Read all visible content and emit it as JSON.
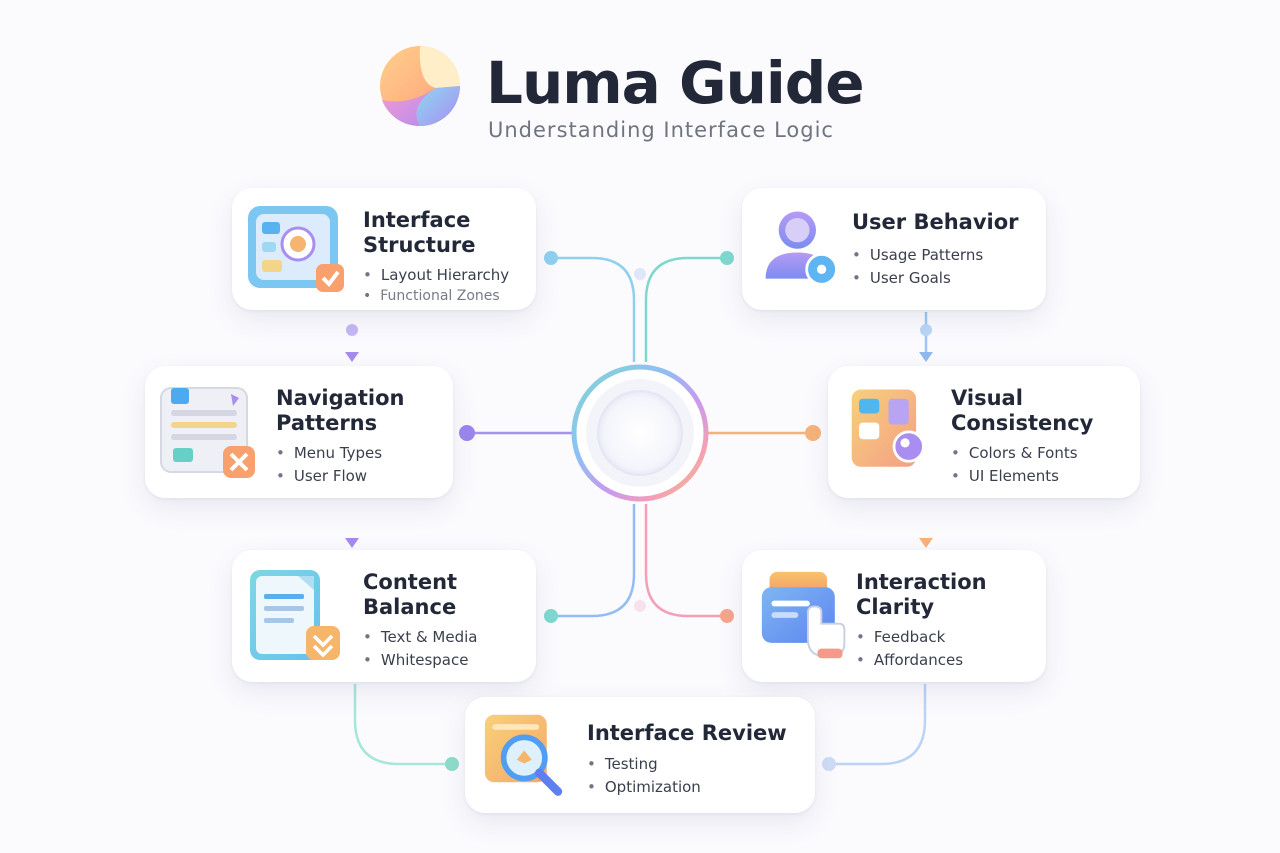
{
  "header": {
    "title": "Luma Guide",
    "subtitle": "Understanding Interface Logic"
  },
  "cards": [
    {
      "title": "Interface\nStructure",
      "items": [
        "Layout Hierarchy",
        "Functional Zones"
      ],
      "icon": "layout-grid-icon"
    },
    {
      "title": "User Behavior",
      "items": [
        "Usage Patterns",
        "User Goals"
      ],
      "icon": "user-icon"
    },
    {
      "title": "Navigation\nPatterns",
      "items": [
        "Menu Types",
        "User Flow"
      ],
      "icon": "menu-layout-icon"
    },
    {
      "title": "Visual\nConsistency",
      "items": [
        "Colors & Fonts",
        "UI Elements"
      ],
      "icon": "palette-icon"
    },
    {
      "title": "Content\nBalance",
      "items": [
        "Text & Media",
        "Whitespace"
      ],
      "icon": "document-icon"
    },
    {
      "title": "Interaction\nClarity",
      "items": [
        "Feedback",
        "Affordances"
      ],
      "icon": "hand-pointer-icon"
    },
    {
      "title": "Interface Review",
      "items": [
        "Testing",
        "Optimization"
      ],
      "icon": "magnifier-icon"
    }
  ],
  "colors": {
    "text": "#232838",
    "teal": "#7fd8cf",
    "purple": "#a98df0",
    "orange": "#f6b27a",
    "blue": "#8fc0f2",
    "pink": "#f49fb6"
  }
}
